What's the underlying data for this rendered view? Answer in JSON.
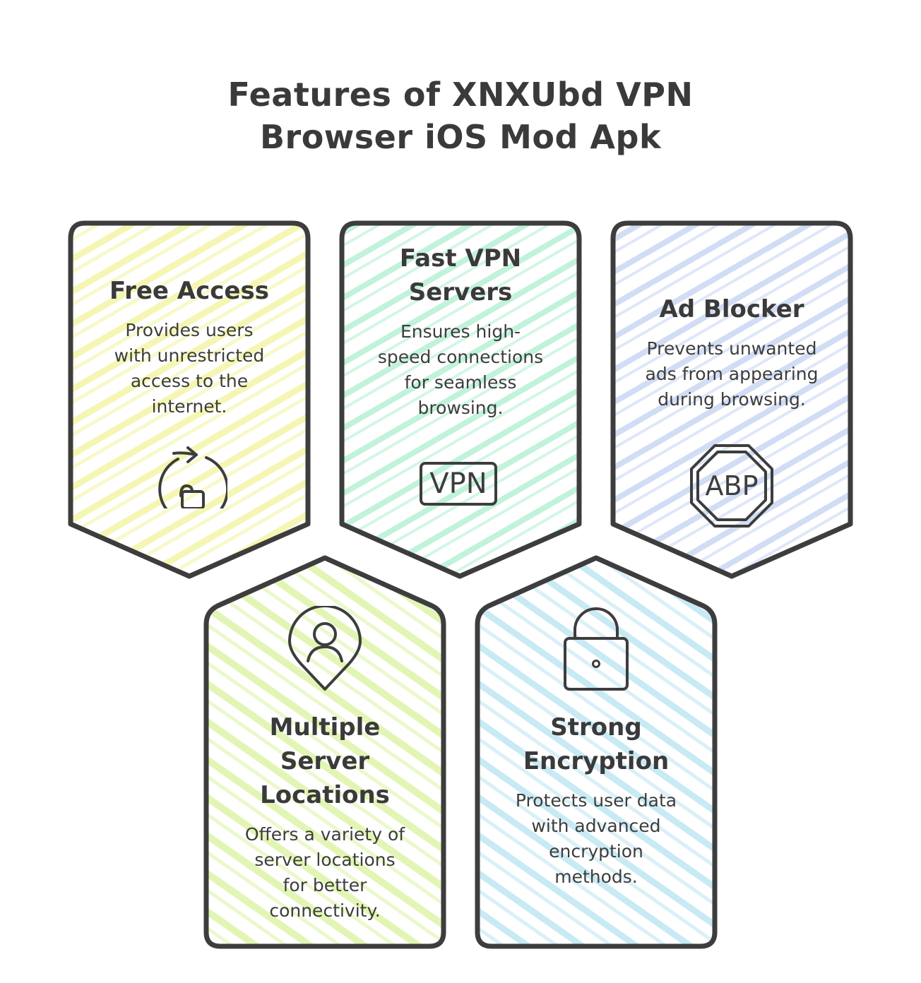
{
  "title": {
    "line1": "Features of XNXUbd VPN",
    "line2": "Browser iOS Mod Apk"
  },
  "colors": {
    "outline": "#3d3d3d",
    "text": "#3a3a3a",
    "free_access_tint": "#f3f5a6",
    "fast_vpn_tint": "#b6f0d4",
    "ad_blocker_tint": "#c9d7f3",
    "multiple_locations_tint": "#def4a8",
    "encryption_tint": "#bfe6f2"
  },
  "features": [
    {
      "id": "free-access",
      "title_lines": [
        "Free Access"
      ],
      "description_lines": [
        "Provides users",
        "with unrestricted",
        "access to the",
        "internet."
      ],
      "icon": "unlock-refresh-icon"
    },
    {
      "id": "fast-vpn-servers",
      "title_lines": [
        "Fast VPN",
        "Servers"
      ],
      "description_lines": [
        "Ensures high-",
        "speed connections",
        "for seamless",
        "browsing."
      ],
      "icon": "vpn-badge-icon",
      "icon_text": "VPN"
    },
    {
      "id": "ad-blocker",
      "title_lines": [
        "Ad Blocker"
      ],
      "description_lines": [
        "Prevents unwanted",
        "ads from appearing",
        "during browsing."
      ],
      "icon": "abp-stop-sign-icon",
      "icon_text": "ABP"
    },
    {
      "id": "multiple-server-locations",
      "title_lines": [
        "Multiple",
        "Server",
        "Locations"
      ],
      "description_lines": [
        "Offers a variety of",
        "server locations",
        "for better",
        "connectivity."
      ],
      "icon": "location-pin-user-icon"
    },
    {
      "id": "strong-encryption",
      "title_lines": [
        "Strong",
        "Encryption"
      ],
      "description_lines": [
        "Protects user data",
        "with advanced",
        "encryption",
        "methods."
      ],
      "icon": "padlock-icon"
    }
  ]
}
